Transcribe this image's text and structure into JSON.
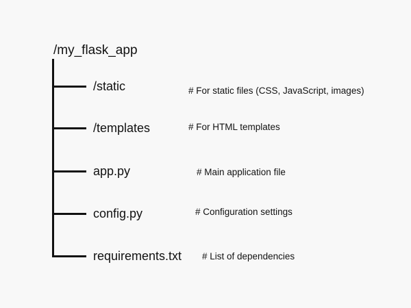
{
  "tree": {
    "root": "/my_flask_app",
    "items": [
      {
        "name": "/static",
        "comment": "# For static files (CSS, JavaScript, images)"
      },
      {
        "name": "/templates",
        "comment": "# For HTML templates"
      },
      {
        "name": "app.py",
        "comment": "# Main application file"
      },
      {
        "name": "config.py",
        "comment": "# Configuration settings"
      },
      {
        "name": "requirements.txt",
        "comment": "# List of dependencies"
      }
    ]
  }
}
